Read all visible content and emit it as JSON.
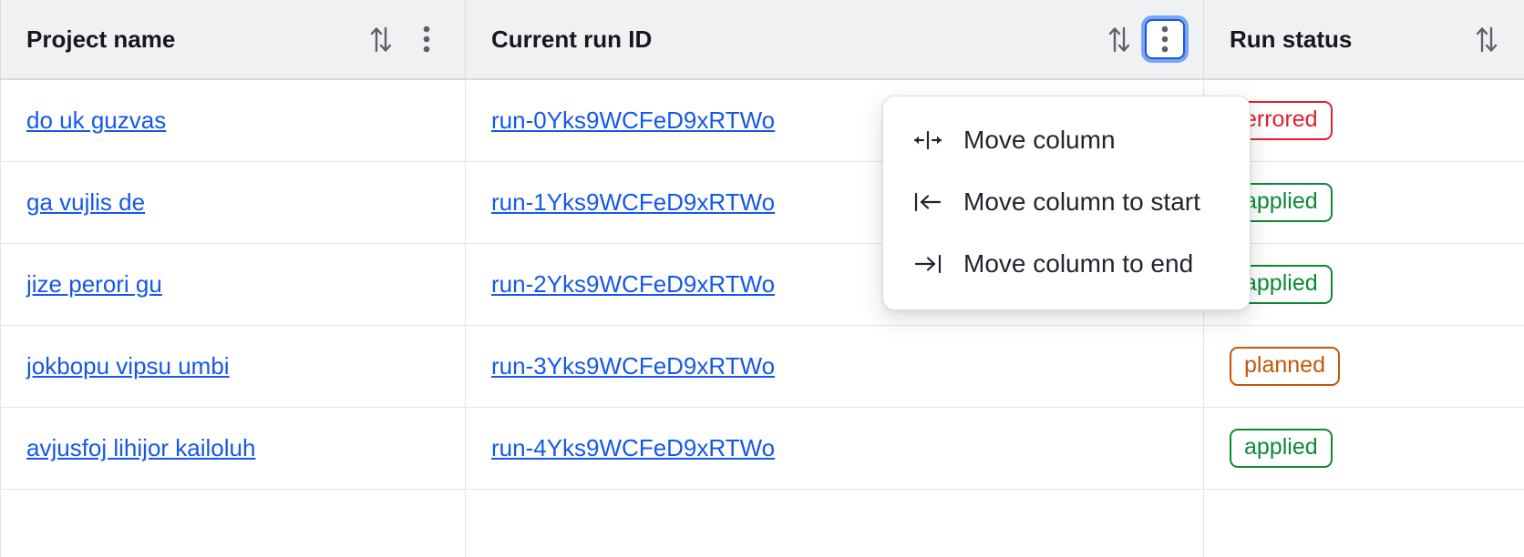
{
  "table": {
    "columns": [
      {
        "label": "Project name",
        "sort_icon": "sort-updown-icon",
        "menu_icon": "kebab-menu-icon",
        "has_menu_button": true,
        "menu_focused": false
      },
      {
        "label": "Current run ID",
        "sort_icon": "sort-updown-icon",
        "menu_icon": "kebab-menu-icon",
        "has_menu_button": true,
        "menu_focused": true
      },
      {
        "label": "Run status",
        "sort_icon": "sort-updown-icon",
        "menu_icon": "kebab-menu-icon",
        "has_menu_button": false,
        "menu_focused": false
      }
    ],
    "rows": [
      {
        "project": "do uk guzvas",
        "run_id": "run-0Yks9WCFeD9xRTWo",
        "status": "errored",
        "status_kind": "errored"
      },
      {
        "project": "ga vujlis de",
        "run_id": "run-1Yks9WCFeD9xRTWo",
        "status": "applied",
        "status_kind": "applied"
      },
      {
        "project": "jize perori gu",
        "run_id": "run-2Yks9WCFeD9xRTWo",
        "status": "applied",
        "status_kind": "applied"
      },
      {
        "project": "jokbopu vipsu umbi",
        "run_id": "run-3Yks9WCFeD9xRTWo",
        "status": "planned",
        "status_kind": "planned"
      },
      {
        "project": "avjusfoj lihijor kailoluh",
        "run_id": "run-4Yks9WCFeD9xRTWo",
        "status": "applied",
        "status_kind": "applied"
      }
    ]
  },
  "column_menu": {
    "open_for_column": "Current run ID",
    "items": [
      {
        "label": "Move column",
        "icon": "move-column-icon"
      },
      {
        "label": "Move column to start",
        "icon": "move-to-start-icon"
      },
      {
        "label": "Move column to end",
        "icon": "move-to-end-icon"
      }
    ]
  },
  "colors": {
    "link": "#1558e8",
    "header_bg": "#f0f1f3",
    "focus_ring": "#7aa5f5",
    "focus_border": "#1a56db",
    "errored": "#e0202a",
    "applied": "#0a8a33",
    "planned": "#c25708"
  }
}
